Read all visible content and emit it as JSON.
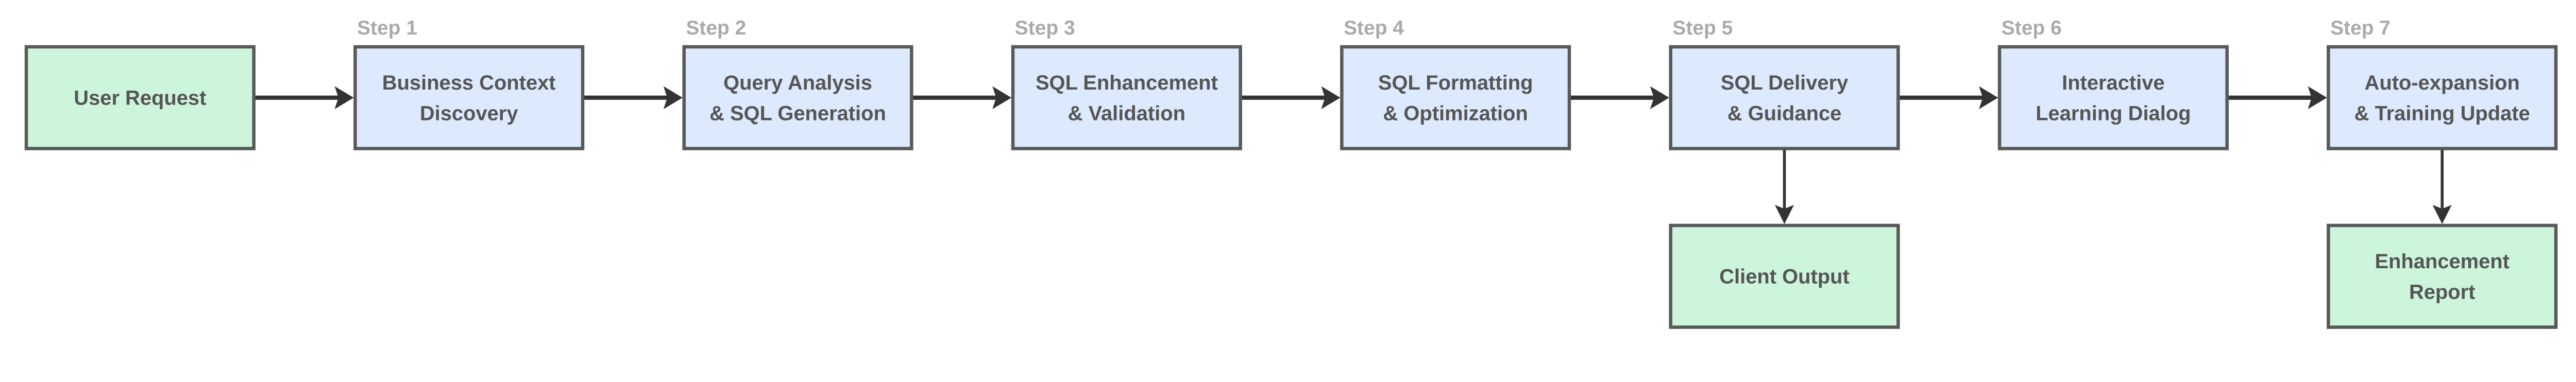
{
  "diagram": {
    "colors": {
      "process_fill": "#dde9fd",
      "terminal_fill": "#cdf5dc",
      "border": "#595959",
      "text": "#555555",
      "step_label": "#aaaaaa",
      "edge": "#333333"
    },
    "nodes": [
      {
        "id": "user-request",
        "kind": "terminal",
        "step": "",
        "lines": [
          "User Request"
        ]
      },
      {
        "id": "step1",
        "kind": "process",
        "step": "Step 1",
        "lines": [
          "Business Context",
          "Discovery"
        ]
      },
      {
        "id": "step2",
        "kind": "process",
        "step": "Step 2",
        "lines": [
          "Query Analysis",
          "& SQL Generation"
        ]
      },
      {
        "id": "step3",
        "kind": "process",
        "step": "Step 3",
        "lines": [
          "SQL Enhancement",
          "& Validation"
        ]
      },
      {
        "id": "step4",
        "kind": "process",
        "step": "Step 4",
        "lines": [
          "SQL Formatting",
          "& Optimization"
        ]
      },
      {
        "id": "step5",
        "kind": "process",
        "step": "Step 5",
        "lines": [
          "SQL Delivery",
          "& Guidance"
        ]
      },
      {
        "id": "step6",
        "kind": "process",
        "step": "Step 6",
        "lines": [
          "Interactive",
          "Learning Dialog"
        ]
      },
      {
        "id": "step7",
        "kind": "process",
        "step": "Step 7",
        "lines": [
          "Auto-expansion",
          "& Training Update"
        ]
      },
      {
        "id": "client-output",
        "kind": "terminal",
        "step": "",
        "lines": [
          "Client Output"
        ]
      },
      {
        "id": "enhancement-report",
        "kind": "terminal",
        "step": "",
        "lines": [
          "Enhancement",
          "Report"
        ]
      }
    ],
    "edges": [
      [
        "user-request",
        "step1"
      ],
      [
        "step1",
        "step2"
      ],
      [
        "step2",
        "step3"
      ],
      [
        "step3",
        "step4"
      ],
      [
        "step4",
        "step5"
      ],
      [
        "step5",
        "step6"
      ],
      [
        "step6",
        "step7"
      ],
      [
        "step5",
        "client-output"
      ],
      [
        "step7",
        "enhancement-report"
      ]
    ]
  }
}
